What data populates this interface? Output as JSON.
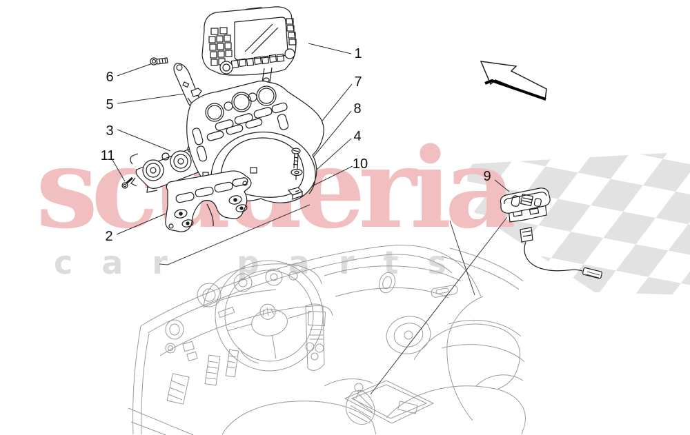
{
  "diagram": {
    "title_visible_text": "",
    "watermark": {
      "brand": "scuderia",
      "subtitle": "car parts"
    },
    "callouts": [
      {
        "label": "1"
      },
      {
        "label": "2"
      },
      {
        "label": "3"
      },
      {
        "label": "4"
      },
      {
        "label": "5"
      },
      {
        "label": "6"
      },
      {
        "label": "7"
      },
      {
        "label": "8"
      },
      {
        "label": "9"
      },
      {
        "label": "10"
      },
      {
        "label": "11"
      }
    ],
    "icons": [
      {
        "name": "direction-arrow-icon",
        "meaning": "assembly direction arrow pointing up-left"
      },
      {
        "name": "checkered-flag-icon",
        "meaning": "racing flag background motif"
      }
    ],
    "colors": {
      "background": "#ffffff",
      "watermark_brand": "#f2bfc1",
      "watermark_subtitle": "#dcdcdc",
      "checker": "#e2e2e2",
      "part_line": "#1c1c1c",
      "car_sketch_line": "#9a9a9a",
      "callout_text": "#111111"
    }
  }
}
